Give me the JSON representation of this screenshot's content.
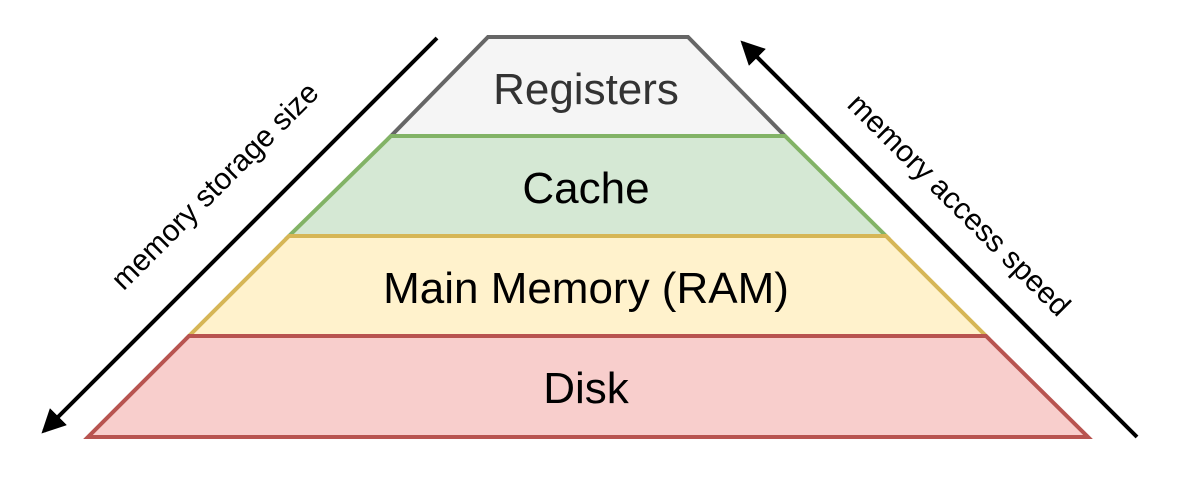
{
  "tiers": [
    {
      "label": "Registers",
      "fill": "#f5f5f5",
      "stroke": "#666666",
      "text_color": "#333333"
    },
    {
      "label": "Cache",
      "fill": "#d5e8d4",
      "stroke": "#82b366",
      "text_color": "#000000"
    },
    {
      "label": "Main Memory (RAM)",
      "fill": "#fff2cc",
      "stroke": "#d6b656",
      "text_color": "#000000"
    },
    {
      "label": "Disk",
      "fill": "#f8cecc",
      "stroke": "#b85450",
      "text_color": "#000000"
    }
  ],
  "arrows": {
    "storage": {
      "label": "memory storage size",
      "direction": "down-left"
    },
    "speed": {
      "label": "memory access speed",
      "direction": "up-left"
    }
  },
  "colors": {
    "arrow": "#000000",
    "background": "#ffffff"
  }
}
